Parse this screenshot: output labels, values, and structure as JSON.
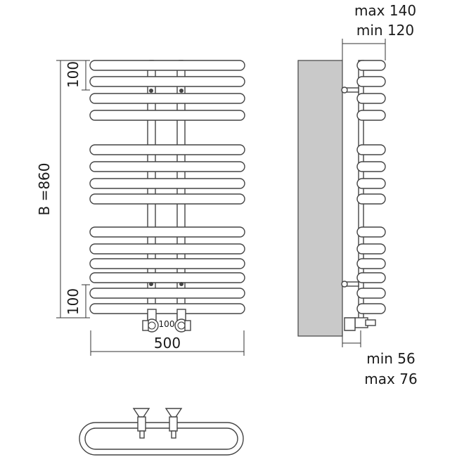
{
  "labels": {
    "height_total": "B =860",
    "top_spacing": "100",
    "bottom_spacing": "100",
    "connection_spacing": "100",
    "width": "500",
    "wall_distance_max": "max 140",
    "wall_distance_min": "min 120",
    "depth_min": "min 56",
    "depth_max": "max 76"
  },
  "colors": {
    "line": "#333333",
    "wall": "#c9c9c9"
  }
}
